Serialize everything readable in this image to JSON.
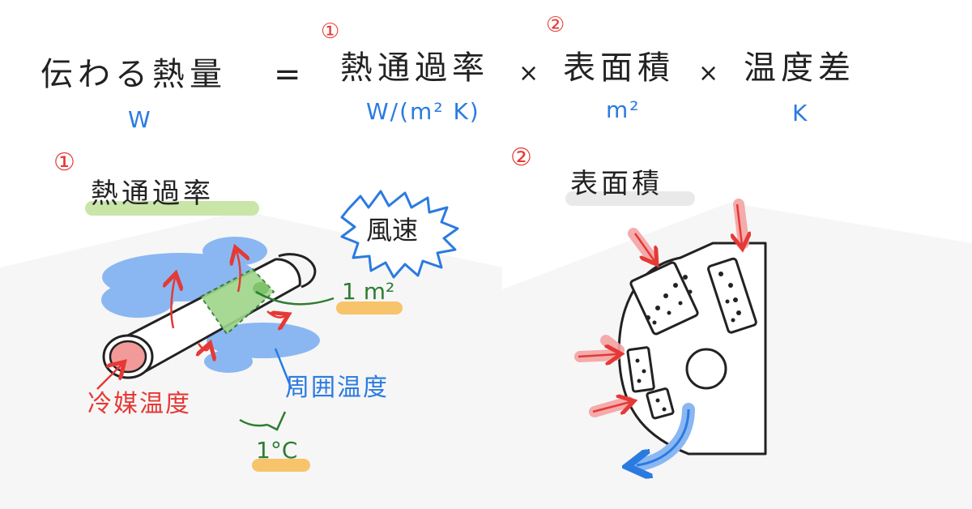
{
  "formula": {
    "lhs": "伝わる熱量",
    "equals": "=",
    "term1": "熱通過率",
    "times1": "×",
    "term2": "表面積",
    "times2": "×",
    "term3": "温度差",
    "marker1": "①",
    "marker2": "②"
  },
  "units": {
    "lhs": "W",
    "term1": "W/(m² K)",
    "term2": "m²",
    "term3": "K"
  },
  "section1": {
    "number": "①",
    "title": "熱通過率",
    "wind_label": "風速",
    "area_label": "1 m²",
    "refrigerant_label": "冷媒温度",
    "ambient_label": "周囲温度",
    "delta_label": "1°C"
  },
  "section2": {
    "number": "②",
    "title": "表面積"
  },
  "colors": {
    "ink": "#222222",
    "red": "#e53935",
    "blue": "#2a7be0",
    "green": "#2e7d32",
    "highlight_green": "#a5d67a",
    "highlight_orange": "#f7c46b",
    "air_blue": "#79aef2",
    "area_green": "#9ed58a"
  }
}
